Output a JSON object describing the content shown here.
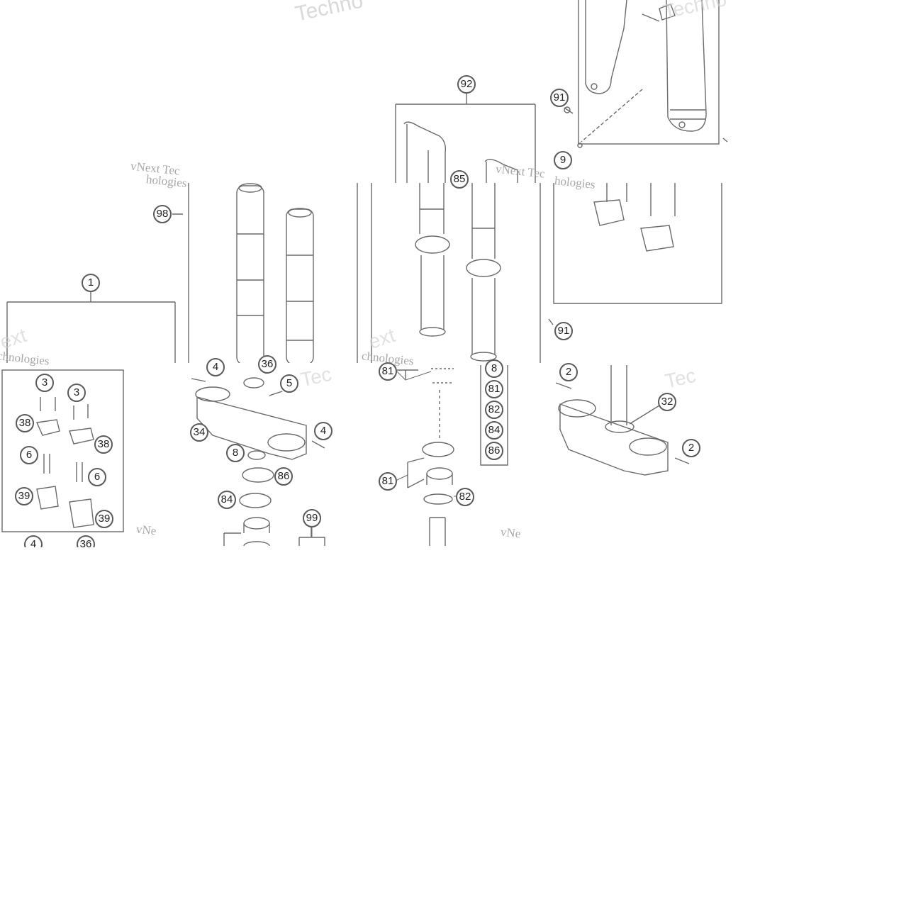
{
  "watermarks": [
    {
      "id": "wm-top",
      "text": "Techno",
      "style": "big"
    },
    {
      "id": "wm-top-right",
      "text": "Techno",
      "style": "ghost"
    },
    {
      "id": "wm-left-1",
      "text": "vNext Tec",
      "style": "small"
    },
    {
      "id": "wm-left-2",
      "text": "hologies",
      "style": "small"
    },
    {
      "id": "wm-mid-1",
      "text": "vNext Tec",
      "style": "small"
    },
    {
      "id": "wm-mid-2",
      "text": "hologies",
      "style": "small"
    },
    {
      "id": "wm-lower-left-1",
      "text": "chnologies",
      "style": "small"
    },
    {
      "id": "wm-lower-left-2",
      "text": "ext",
      "style": "ghost"
    },
    {
      "id": "wm-lower-mid",
      "text": "chnologies",
      "style": "small"
    },
    {
      "id": "wm-lower-mid-2",
      "text": "ext",
      "style": "ghost"
    },
    {
      "id": "wm-clamp",
      "text": "Tec",
      "style": "ghost"
    },
    {
      "id": "wm-right",
      "text": "Tec",
      "style": "ghost"
    },
    {
      "id": "wm-bottom-1",
      "text": "vNe",
      "style": "small"
    },
    {
      "id": "wm-bottom-2",
      "text": "vNe",
      "style": "small"
    }
  ],
  "callouts": {
    "c92": "92",
    "c91a": "91",
    "c9": "9",
    "c85": "85",
    "c98": "98",
    "c91b": "91",
    "c1": "1",
    "c3a": "3",
    "c3b": "3",
    "c38a": "38",
    "c38b": "38",
    "c6a": "6",
    "c6b": "6",
    "c39a": "39",
    "c39b": "39",
    "c36b": "36",
    "c4a": "4",
    "c36a": "36",
    "c5": "5",
    "c34": "34",
    "c4b": "4",
    "c8a": "8",
    "c86a": "86",
    "c84a": "84",
    "c99": "99",
    "c81a": "81",
    "c81b": "81",
    "c82a": "82",
    "c8b": "8",
    "c81c": "81",
    "c82b": "82",
    "c84b": "84",
    "c86b": "86",
    "c2a": "2",
    "c32": "32",
    "c2b": "2",
    "c4c": "4"
  }
}
